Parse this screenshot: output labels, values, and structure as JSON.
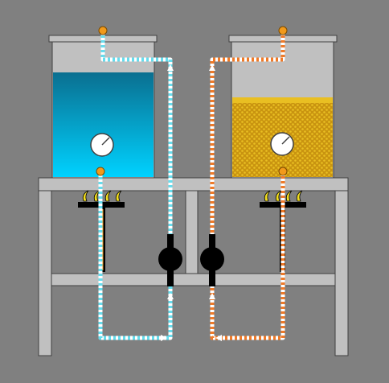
{
  "scene": {
    "background_color": "#808080",
    "frame_color": "#c0c0c0",
    "frame_stroke": "#404040"
  },
  "tanks": [
    {
      "id": "left",
      "content": "water",
      "fill_level": 0.78,
      "fill_colors": [
        "#0a6f90",
        "#00d2ff"
      ],
      "pipe_color": "#66ddee",
      "gauge": "dial"
    },
    {
      "id": "right",
      "content": "granular",
      "fill_level": 0.55,
      "fill_colors": [
        "#c99410",
        "#e9bf22"
      ],
      "pipe_color": "#f07a28",
      "gauge": "dial"
    }
  ],
  "components": {
    "burner_color": "#000000",
    "flame_color": "#f2de1f",
    "pump_color": "#000000",
    "port_color": "#f29a1b"
  },
  "icons": [
    "dial-gauge-icon",
    "pump-icon",
    "burner-icon",
    "flame-icon",
    "port-icon"
  ]
}
